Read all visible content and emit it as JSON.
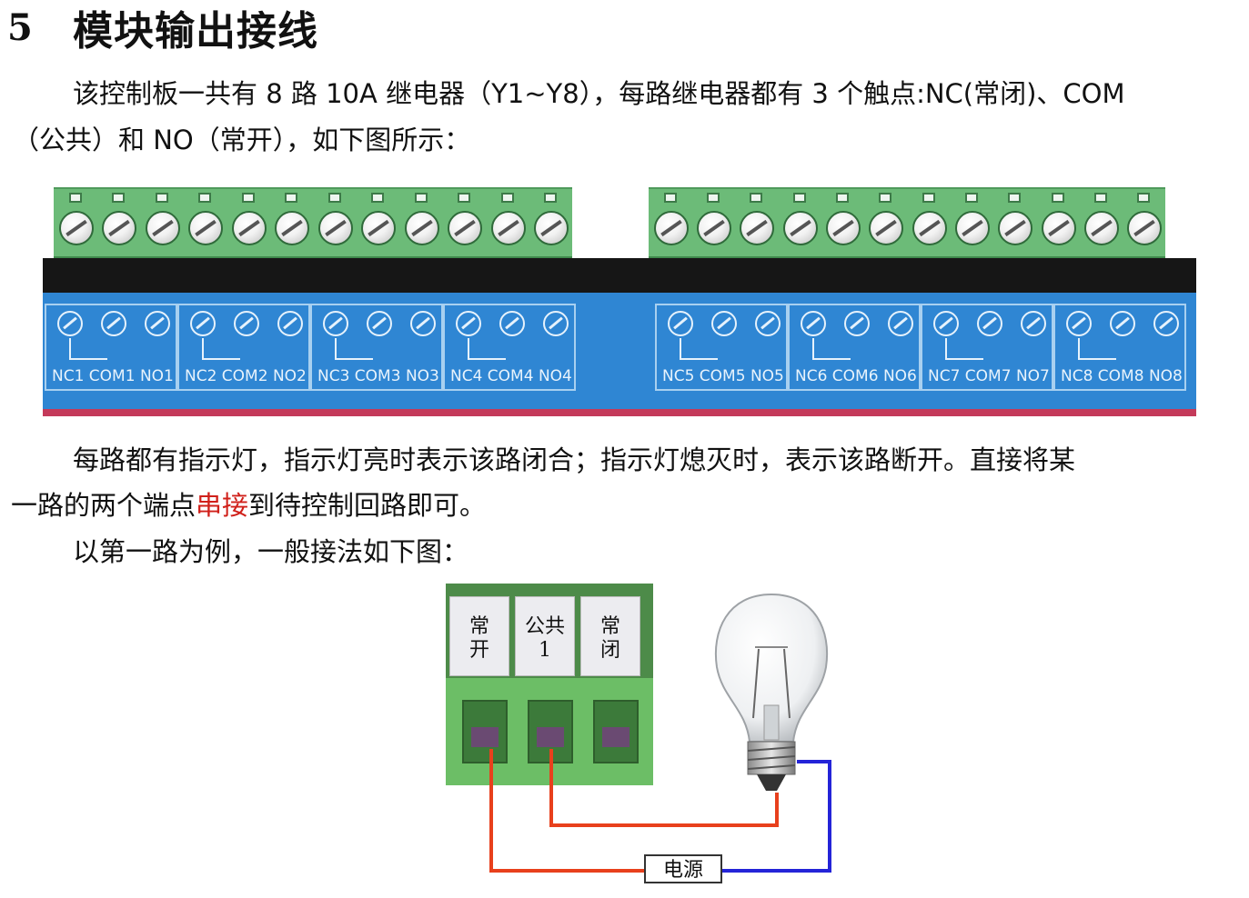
{
  "section": {
    "number": "5",
    "title": "模块输出接线"
  },
  "paragraphs": {
    "p1_line1": "该控制板一共有 8 路 10A 继电器（Y1~Y8），每路继电器都有 3 个触点:NC(常闭)、COM",
    "p1_line2": "（公共）和 NO（常开），如下图所示：",
    "p2_line1": "每路都有指示灯，指示灯亮时表示该路闭合；指示灯熄灭时，表示该路断开。直接将某",
    "p2_line2_before": "一路的两个端点",
    "p2_line2_red": "串接",
    "p2_line2_after": "到待控制回路即可。",
    "p3": "以第一路为例，一般接法如下图："
  },
  "board": {
    "groups_left": [
      {
        "labels": "NC1 COM1 NO1"
      },
      {
        "labels": "NC2 COM2 NO2"
      },
      {
        "labels": "NC3 COM3 NO3"
      },
      {
        "labels": "NC4 COM4 NO4"
      }
    ],
    "groups_right": [
      {
        "labels": "NC5 COM5 NO5"
      },
      {
        "labels": "NC6 COM6 NO6"
      },
      {
        "labels": "NC7 COM7 NO7"
      },
      {
        "labels": "NC8 COM8 NO8"
      }
    ]
  },
  "diagram": {
    "terminal_caps": [
      {
        "line1": "常",
        "line2": "开"
      },
      {
        "line1": "公共",
        "line2": "1"
      },
      {
        "line1": "常",
        "line2": "闭"
      }
    ],
    "power_label": "电源",
    "colors": {
      "wire_red": "#e8401c",
      "wire_blue": "#2424d8"
    }
  }
}
